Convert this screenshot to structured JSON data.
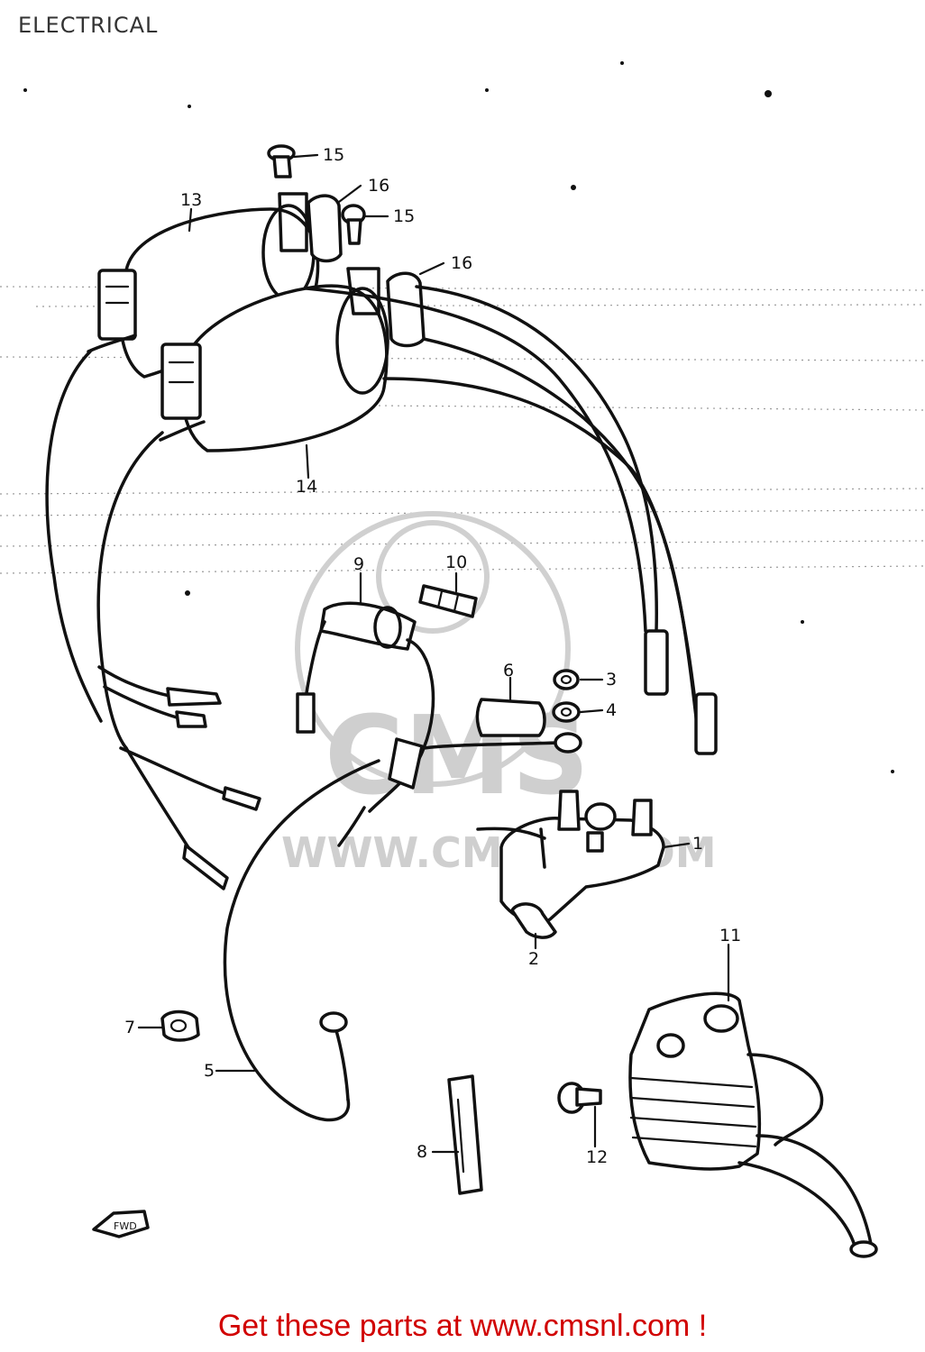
{
  "header": {
    "title": "ELECTRICAL"
  },
  "callouts": [
    "1",
    "2",
    "3",
    "4",
    "5",
    "6",
    "7",
    "8",
    "9",
    "10",
    "11",
    "12",
    "13",
    "14",
    "15",
    "15",
    "16",
    "16"
  ],
  "direction_tag": "FWD",
  "watermark": {
    "text": "CMS",
    "url_text": "WWW.CMSNL.COM"
  },
  "footer": {
    "link_text": "Get these parts at www.cmsnl.com !"
  },
  "colors": {
    "line": "#111111",
    "footer": "#d10000",
    "title": "#333333",
    "watermark": "#cfcfcf"
  }
}
